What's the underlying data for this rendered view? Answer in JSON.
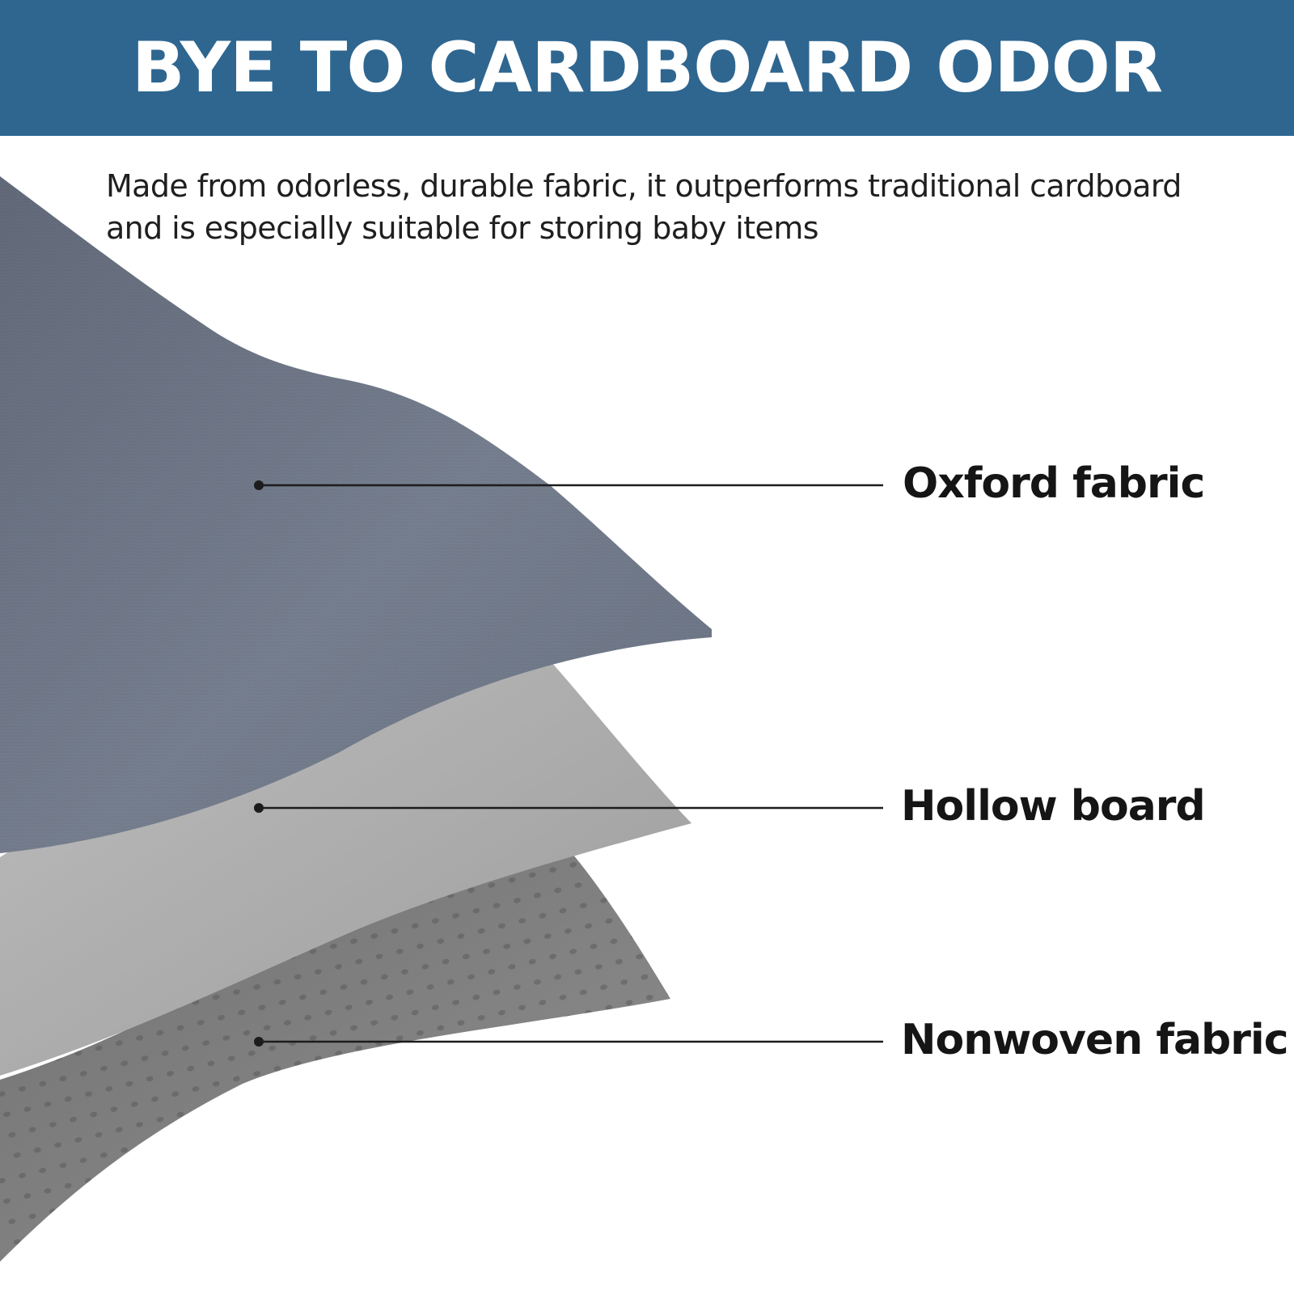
{
  "banner": {
    "title": "BYE TO CARDBOARD ODOR",
    "background": "#2e6690"
  },
  "description": "Made from odorless, durable fabric, it outperforms traditional cardboard and is especially suitable for storing baby items",
  "layers": [
    {
      "label": "Oxford fabric",
      "color": "#6f7888"
    },
    {
      "label": "Hollow board",
      "color": "#a6a6a6"
    },
    {
      "label": "Nonwoven fabric",
      "color": "#8a8a8a"
    }
  ]
}
